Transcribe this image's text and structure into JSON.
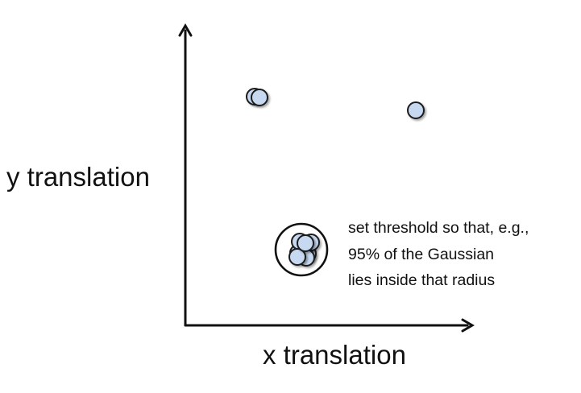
{
  "labels": {
    "x_axis": "x translation",
    "y_axis": "y translation",
    "annotation": [
      "set threshold so that, e.g.,",
      "95% of the Gaussian",
      "lies inside that radius"
    ]
  },
  "points": {
    "fill": "#c6d9f1",
    "stroke": "#1a1a1a"
  },
  "colors": {
    "axis": "#111111",
    "circle": "#111111"
  }
}
